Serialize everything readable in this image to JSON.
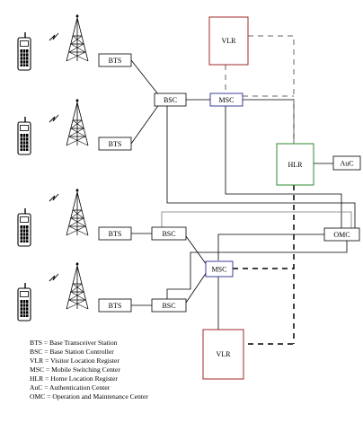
{
  "nodes": {
    "bts1": "BTS",
    "bts2": "BTS",
    "bts3": "BTS",
    "bts4": "BTS",
    "bsc1": "BSC",
    "bsc2": "BSC",
    "bsc3": "BSC",
    "msc1": "MSC",
    "msc2": "MSC",
    "vlr1": "VLR",
    "vlr2": "VLR",
    "hlr": "HLR",
    "auc": "AuC",
    "omc": "OMC"
  },
  "legend": [
    "BTS = Base Transceiver Station",
    "BSC = Base Station Controller",
    "VLR = Visitor Location Register",
    "MSC = Mobile Switching Center",
    "HLR = Home Location Register",
    "AuC = Authentication Center",
    "OMC = Operation and Maintenance Center"
  ],
  "colors": {
    "vlr_border": "#a0282a",
    "hlr_border": "#2f8a2f",
    "msc_border": "#2a2a8a",
    "line": "#000000",
    "dashed_line": "#555555"
  }
}
